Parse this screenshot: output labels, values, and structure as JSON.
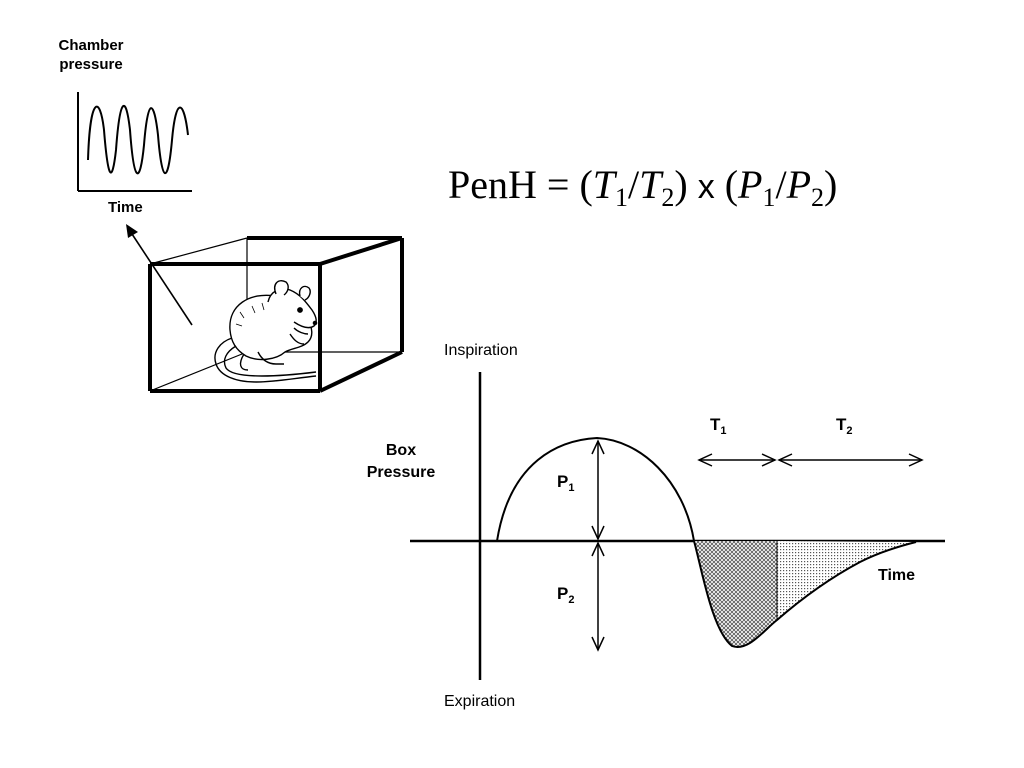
{
  "chamber_plot": {
    "ylabel_line1": "Chamber",
    "ylabel_line2": "pressure",
    "xlabel": "Time"
  },
  "equation": {
    "lhs": "PenH = (",
    "t_symbol": "T",
    "t1_sub": "1",
    "slash": "/",
    "t2_sub": "2",
    "mid": ") ",
    "times": "x",
    "open_paren": " (",
    "p_symbol": "P",
    "p1_sub": "1",
    "p2_sub": "2",
    "close_paren": ")"
  },
  "waveform": {
    "top_label": "Inspiration",
    "bottom_label": "Expiration",
    "ylabel_line1": "Box",
    "ylabel_line2": "Pressure",
    "xlabel": "Time",
    "p1_letter": "P",
    "p1_sub": "1",
    "p2_letter": "P",
    "p2_sub": "2",
    "t1_letter": "T",
    "t1_sub": "1",
    "t2_letter": "T",
    "t2_sub": "2"
  },
  "colors": {
    "ink": "#000000",
    "background": "#ffffff",
    "hatch_fill": "#9a9a9a"
  }
}
